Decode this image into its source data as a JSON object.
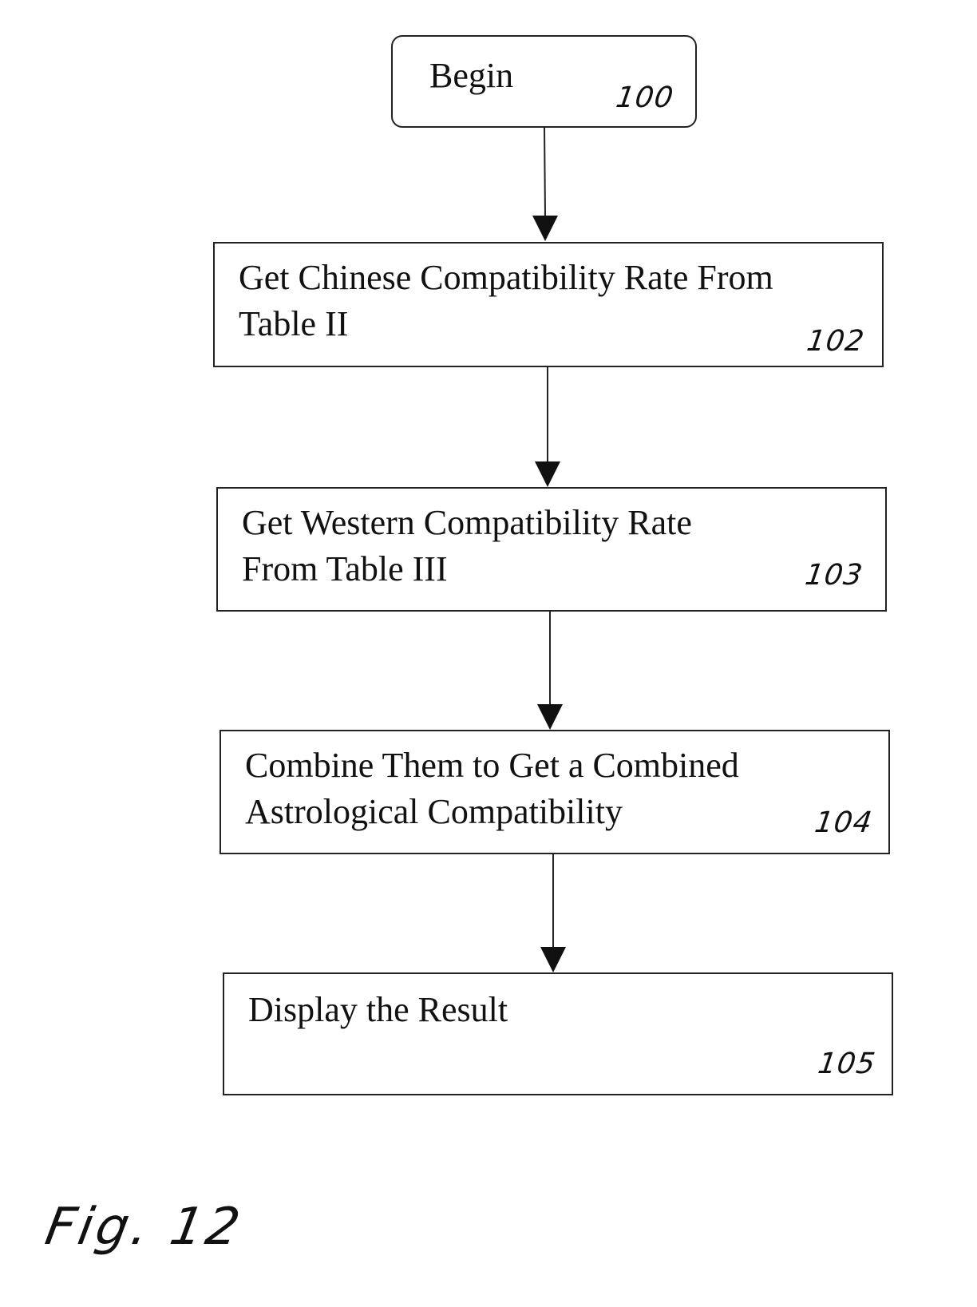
{
  "figure": {
    "label": "Fig. 12"
  },
  "steps": [
    {
      "id": "begin",
      "lines": [
        "Begin"
      ],
      "ref": "100"
    },
    {
      "id": "chinese",
      "lines": [
        "Get Chinese Compatibility Rate From",
        "Table II"
      ],
      "ref": "102"
    },
    {
      "id": "western",
      "lines": [
        "Get Western Compatibility Rate",
        "From Table III"
      ],
      "ref": "103"
    },
    {
      "id": "combine",
      "lines": [
        "Combine Them to Get a Combined",
        "Astrological Compatibility"
      ],
      "ref": "104"
    },
    {
      "id": "display",
      "lines": [
        "Display the Result"
      ],
      "ref": "105"
    }
  ]
}
